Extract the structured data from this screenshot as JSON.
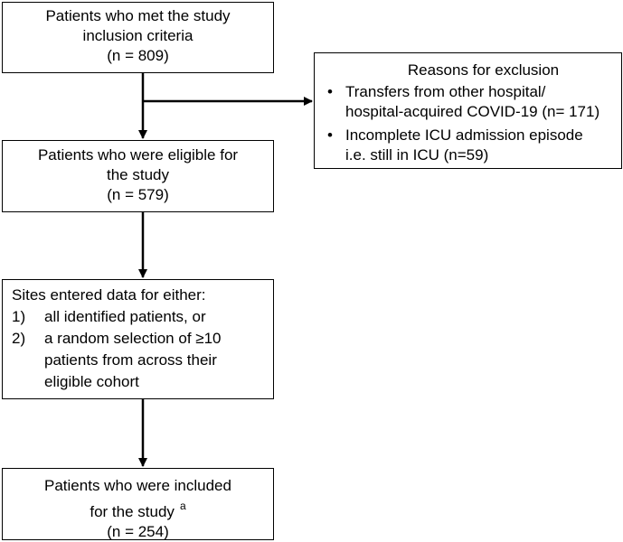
{
  "boxes": {
    "met": {
      "lines": [
        "Patients who met the study",
        "inclusion criteria",
        "(n = 809)"
      ]
    },
    "eligible": {
      "lines": [
        "Patients who were eligible for",
        "the study",
        "(n = 579)"
      ]
    },
    "sites": {
      "title": "Sites entered data for either:",
      "items": [
        {
          "num": "1)",
          "lines": [
            "all identified patients, or"
          ]
        },
        {
          "num": "2)",
          "lines": [
            "a random selection of ≥10",
            "patients from across their",
            "eligible cohort"
          ]
        }
      ]
    },
    "included": {
      "lines": [
        "Patients who were included",
        "for the study",
        "(n = 254)"
      ],
      "note": "a"
    },
    "exclusion": {
      "title": "Reasons for exclusion",
      "bullet": "•",
      "items": [
        {
          "lines": [
            "Transfers from other hospital/",
            "hospital-acquired COVID-19 (n= 171)"
          ]
        },
        {
          "lines": [
            "Incomplete ICU admission episode",
            "i.e. still in ICU (n=59)"
          ]
        }
      ]
    }
  }
}
